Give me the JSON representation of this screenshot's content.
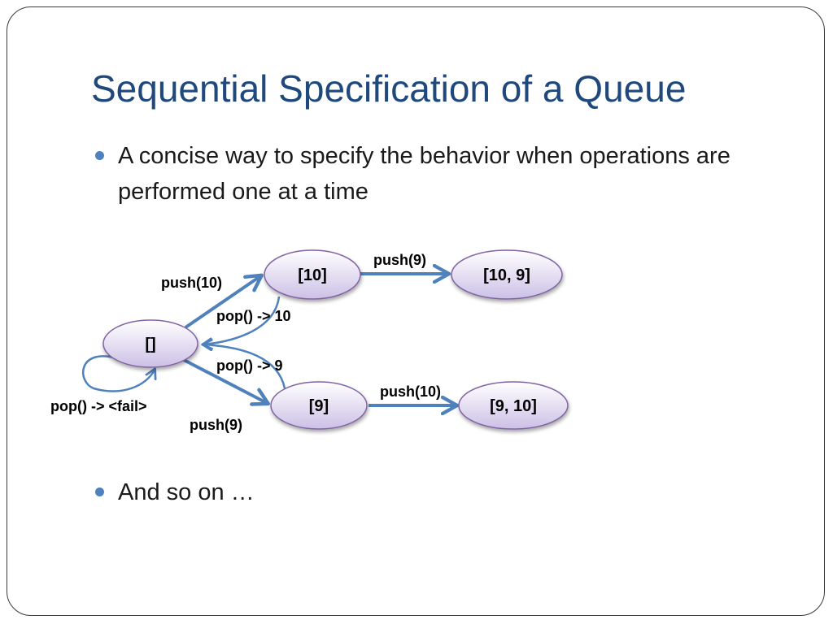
{
  "slide": {
    "title": "Sequential Specification of a Queue",
    "bullets": [
      "A concise way to specify the behavior when operations are performed one at a time",
      "And so on …"
    ]
  },
  "diagram": {
    "states": [
      {
        "id": "empty",
        "label": "[]"
      },
      {
        "id": "s10",
        "label": "[10]"
      },
      {
        "id": "s10_9",
        "label": "[10, 9]"
      },
      {
        "id": "s9",
        "label": "[9]"
      },
      {
        "id": "s9_10",
        "label": "[9, 10]"
      }
    ],
    "transitions": [
      {
        "from": "empty",
        "to": "s10",
        "label": "push(10)"
      },
      {
        "from": "s10",
        "to": "empty",
        "label": "pop() -> 10"
      },
      {
        "from": "s9",
        "to": "empty",
        "label": "pop() -> 9"
      },
      {
        "from": "empty",
        "to": "s9",
        "label": "push(9)"
      },
      {
        "from": "s10",
        "to": "s10_9",
        "label": "push(9)"
      },
      {
        "from": "s9",
        "to": "s9_10",
        "label": "push(10)"
      },
      {
        "from": "empty",
        "to": "empty",
        "label": "pop() -> <fail>"
      }
    ],
    "colors": {
      "node_fill_top": "#ffffff",
      "node_fill_bottom": "#ccc0e6",
      "node_border": "#8064a2",
      "arrow": "#4f81bd"
    }
  }
}
